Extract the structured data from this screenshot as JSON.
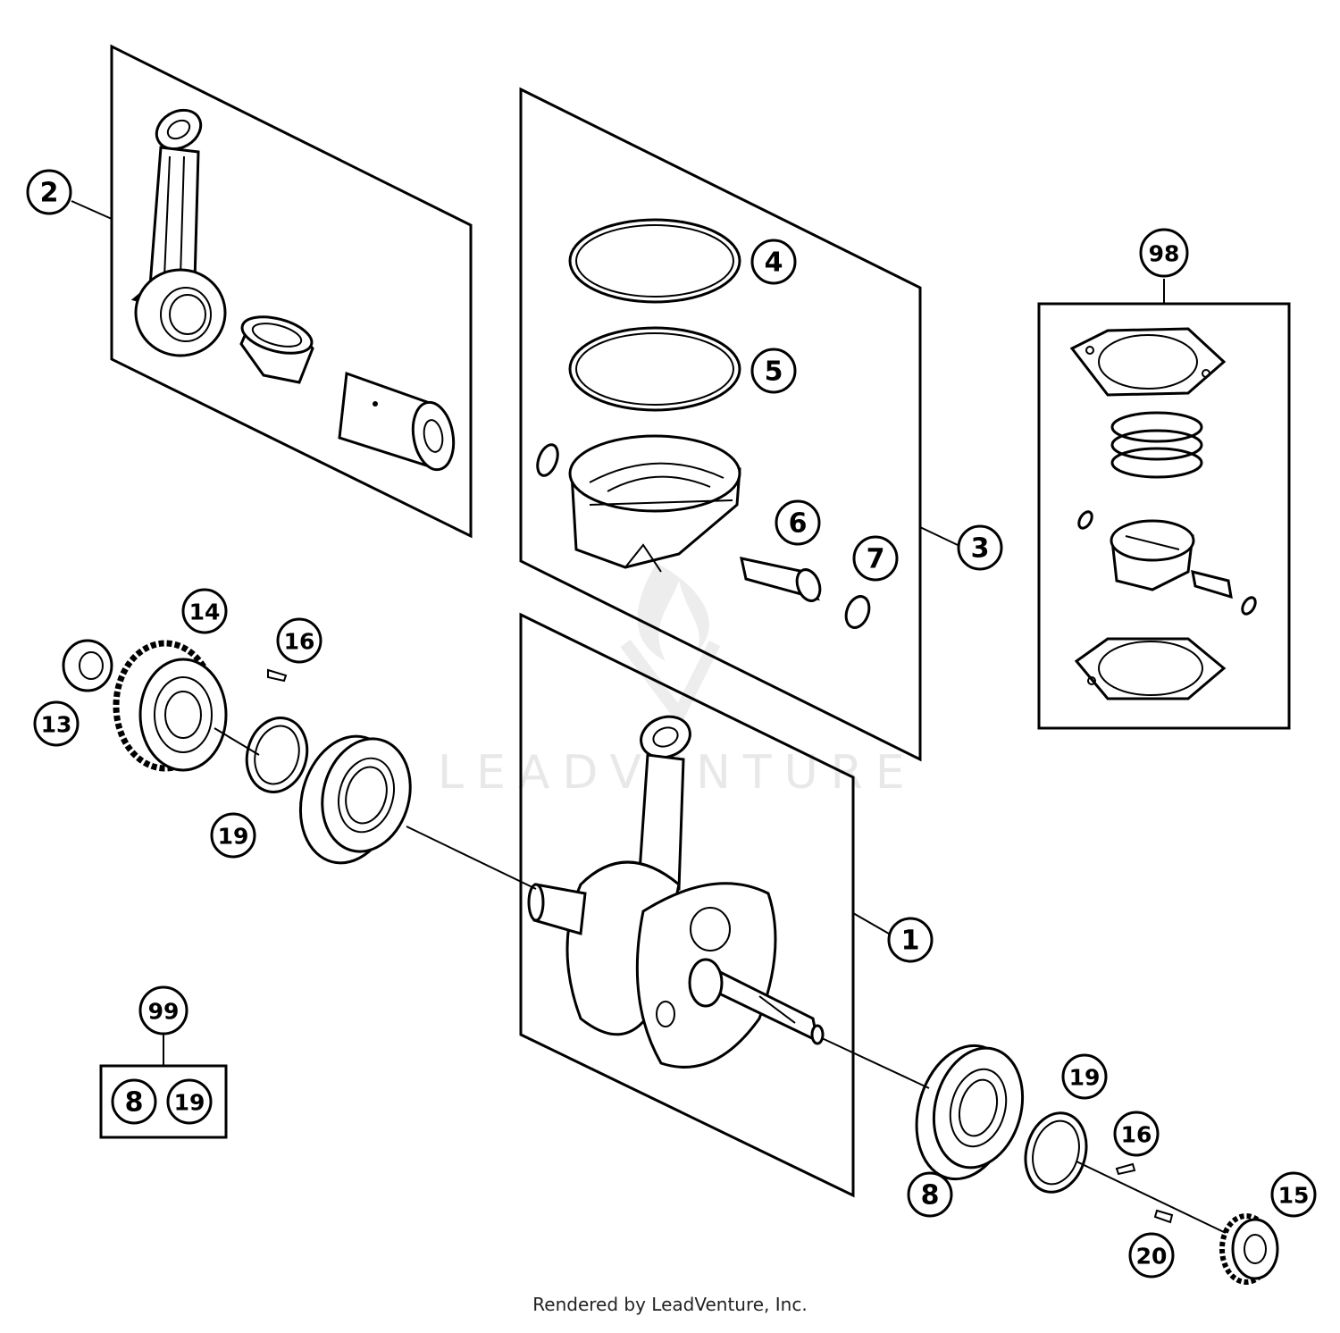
{
  "callouts": {
    "c1": "1",
    "c2": "2",
    "c3": "3",
    "c4": "4",
    "c5": "5",
    "c6": "6",
    "c7": "7",
    "c8": "8",
    "c13": "13",
    "c14": "14",
    "c15": "15",
    "c16a": "16",
    "c16b": "16",
    "c19a": "19",
    "c19b": "19",
    "c20": "20",
    "c98": "98",
    "c99": "99",
    "kit99_8": "8",
    "kit99_19": "19"
  },
  "watermark": {
    "text": "LEADVENTURE"
  },
  "footer": {
    "text": "Rendered by LeadVenture, Inc."
  },
  "colors": {
    "line": "#000000",
    "background": "#ffffff",
    "watermark": "#e6e6e6"
  }
}
